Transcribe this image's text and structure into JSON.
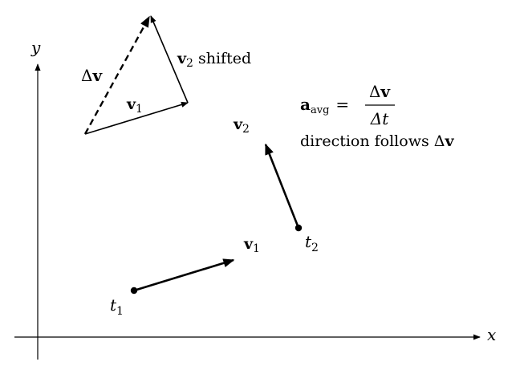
{
  "axes": {
    "x_label": "x",
    "y_label": "y"
  },
  "points": {
    "t1": {
      "base": "t",
      "sub": "1"
    },
    "t2": {
      "base": "t",
      "sub": "2"
    }
  },
  "vectors": {
    "v1": {
      "base": "v",
      "sub": "1"
    },
    "v2": {
      "base": "v",
      "sub": "2"
    },
    "v1_tri": {
      "base": "v",
      "sub": "1"
    },
    "v2_shifted": {
      "base": "v",
      "sub": "2",
      "suffix": "shifted"
    },
    "delta_v": {
      "delta": "Δ",
      "base": "v"
    }
  },
  "formula": {
    "lhs_base": "a",
    "lhs_sub": "avg",
    "equals": "=",
    "num_delta": "Δ",
    "num_base": "v",
    "den": "Δt",
    "note_text": "direction follows ",
    "note_delta": "Δ",
    "note_base": "v"
  },
  "colors": {
    "ink": "#000000",
    "background": "#ffffff"
  }
}
